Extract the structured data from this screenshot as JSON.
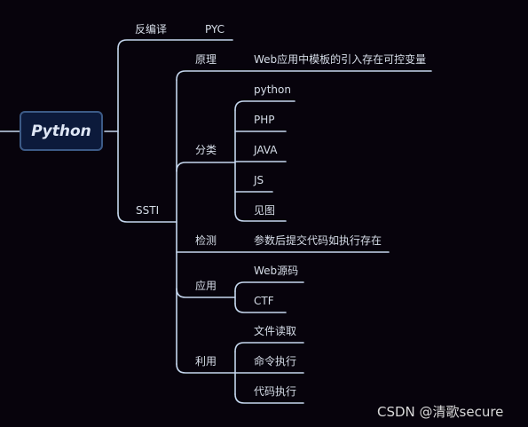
{
  "root": "Python",
  "level1": {
    "decompile": "反编译",
    "ssti": "SSTI"
  },
  "decompile_children": {
    "pyc": "PYC"
  },
  "ssti_children": {
    "principle": "原理",
    "category": "分类",
    "detect": "检测",
    "application": "应用",
    "usage": "利用"
  },
  "principle_children": {
    "text": "Web应用中模板的引入存在可控变量"
  },
  "category_children": [
    "python",
    "PHP",
    "JAVA",
    "JS",
    "见图"
  ],
  "detect_children": {
    "text": "参数后提交代码如执行存在"
  },
  "application_children": [
    "Web源码",
    "CTF"
  ],
  "usage_children": [
    "文件读取",
    "命令执行",
    "代码执行"
  ],
  "watermark": "CSDN @清歌secure",
  "colors": {
    "background": "#07030c",
    "line": "#c5d7ee",
    "root_fill": "#0c1a3b",
    "root_border": "#3c5a86"
  }
}
